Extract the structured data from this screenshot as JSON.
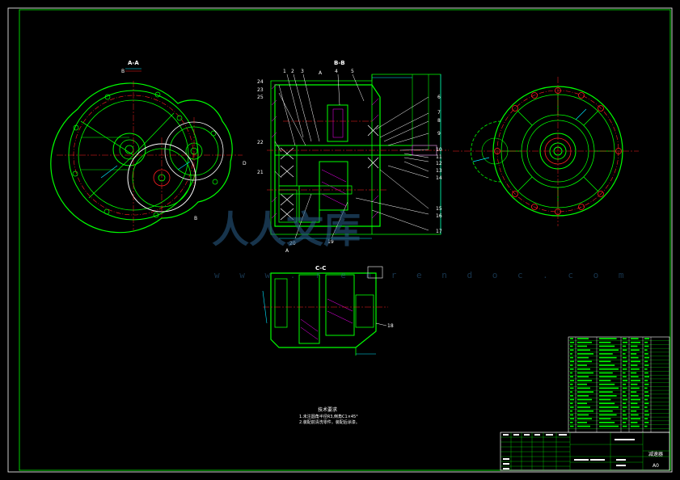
{
  "section_labels": {
    "aa": "A-A",
    "bb": "B-B",
    "cc": "C-C",
    "a_left_top": "B",
    "b_left_bottom": "B",
    "d_right": "D",
    "a_bottom": "A",
    "a_top": "A"
  },
  "part_numbers_top": [
    "1",
    "2",
    "3",
    "4",
    "5",
    "24",
    "23",
    "25",
    "22",
    "21",
    "20",
    "19"
  ],
  "part_numbers_right": [
    "6",
    "7",
    "8",
    "9",
    "10",
    "11",
    "12",
    "13",
    "14",
    "15",
    "16",
    "17"
  ],
  "part_number_cc": "18",
  "notes": {
    "title": "技术要求",
    "line1": "1.未注圆角半径R3,倒角C1×45°",
    "line2": "2.装配前清洗零件，装配后涂漆。"
  },
  "watermark": {
    "text": "人人文库",
    "url": "w w w . r e n r e n d o c . c o m"
  },
  "title_block": {
    "drawing_name": "减速器",
    "sheet_size": "A0"
  },
  "colors": {
    "frame": "#ffffff",
    "outline": "#00ff00",
    "center": "#ff2020",
    "dim": "#00e5ff",
    "hatch": "#ff00ff",
    "text": "#ffffff"
  }
}
